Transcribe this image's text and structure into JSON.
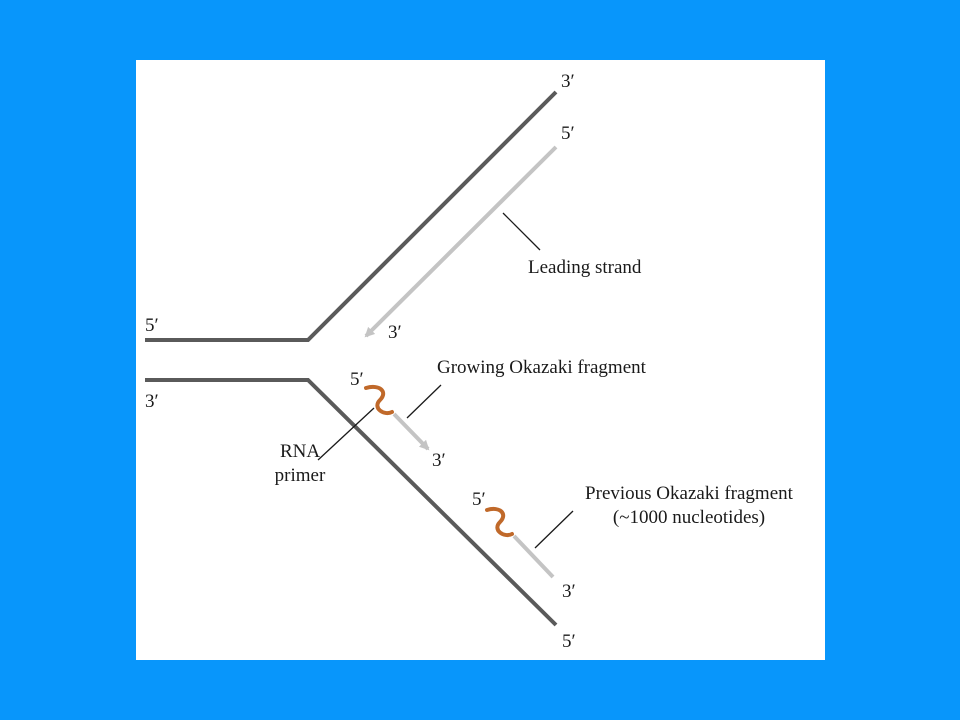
{
  "diagram": {
    "labels": {
      "top_strand_3": "3′",
      "leading_5": "5′",
      "leading_strand": "Leading strand",
      "left_top_5": "5′",
      "leading_3": "3′",
      "left_bottom_3": "3′",
      "growing_5": "5′",
      "growing_fragment": "Growing Okazaki fragment",
      "rna_primer_line1": "RNA",
      "rna_primer_line2": "primer",
      "growing_3": "3′",
      "previous_5": "5′",
      "previous_fragment_line1": "Previous Okazaki fragment",
      "previous_fragment_line2": "(~1000 nucleotides)",
      "previous_3": "3′",
      "bottom_strand_5": "5′"
    },
    "colors": {
      "background": "#0896fb",
      "panel": "#ffffff",
      "template_strand": "#5a5a5a",
      "new_strand": "#c4c4c4",
      "rna_primer": "#c0692a",
      "leader_line": "#1a1a1a"
    }
  }
}
